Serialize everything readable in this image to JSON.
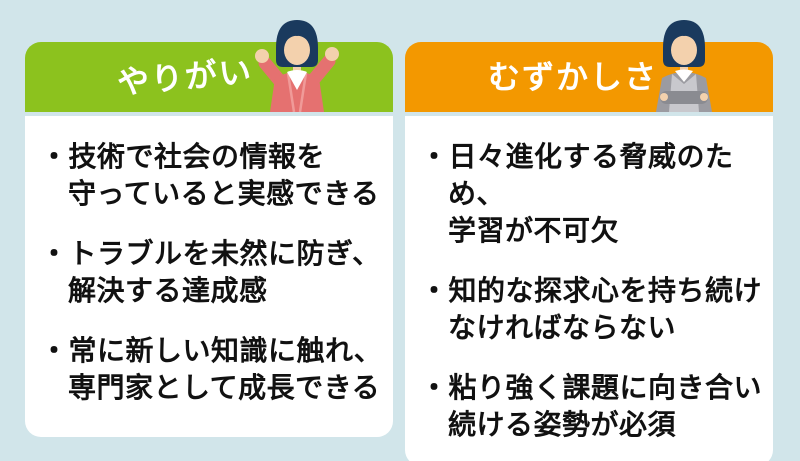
{
  "colors": {
    "background": "#d1e5ea",
    "card_background": "#ffffff",
    "left_header": "#8cc21e",
    "right_header": "#f39800",
    "title_text": "#ffffff",
    "body_text": "#111111",
    "hair": "#1a3a5e",
    "skin": "#f3d1ad",
    "left_jacket": "#e57170",
    "right_suit": "#9b9ba1",
    "right_suit_inner": "#c8c8cd",
    "right_arms_band": "#8a8b91"
  },
  "left_card": {
    "title": "やりがい",
    "figure": "cheering-woman-illustration",
    "items": [
      "・技術で社会の情報を\n守っていると実感できる",
      "・トラブルを未然に防ぎ、\n解決する達成感",
      "・常に新しい知識に触れ、\n専門家として成長できる"
    ]
  },
  "right_card": {
    "title": "むずかしさ",
    "figure": "business-woman-illustration",
    "items": [
      "・日々進化する脅威のため、\n学習が不可欠",
      "・知的な探求心を持ち続け\nなければならない",
      "・粘り強く課題に向き合い\n続ける姿勢が必須"
    ]
  }
}
